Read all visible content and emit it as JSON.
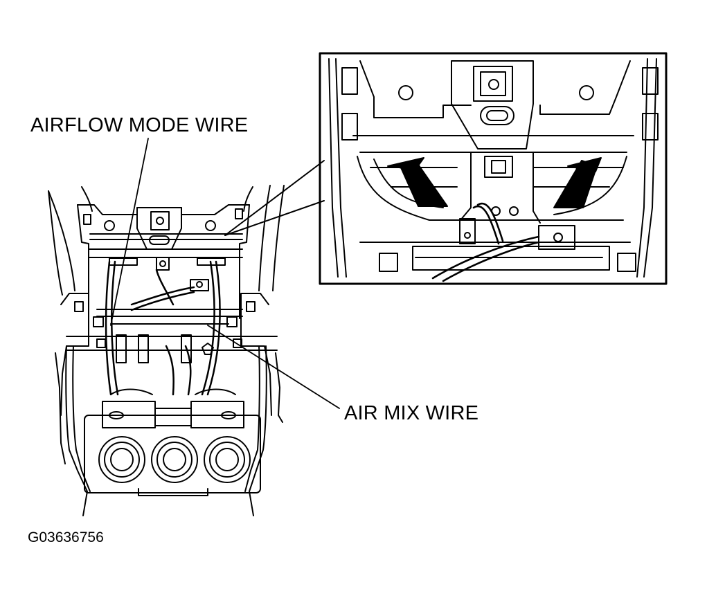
{
  "labels": {
    "airflow_mode_wire": "AIRFLOW MODE WIRE",
    "air_mix_wire": "AIR MIX WIRE"
  },
  "figure_id": "G03636756",
  "colors": {
    "ink": "#000000",
    "paper": "#ffffff"
  }
}
